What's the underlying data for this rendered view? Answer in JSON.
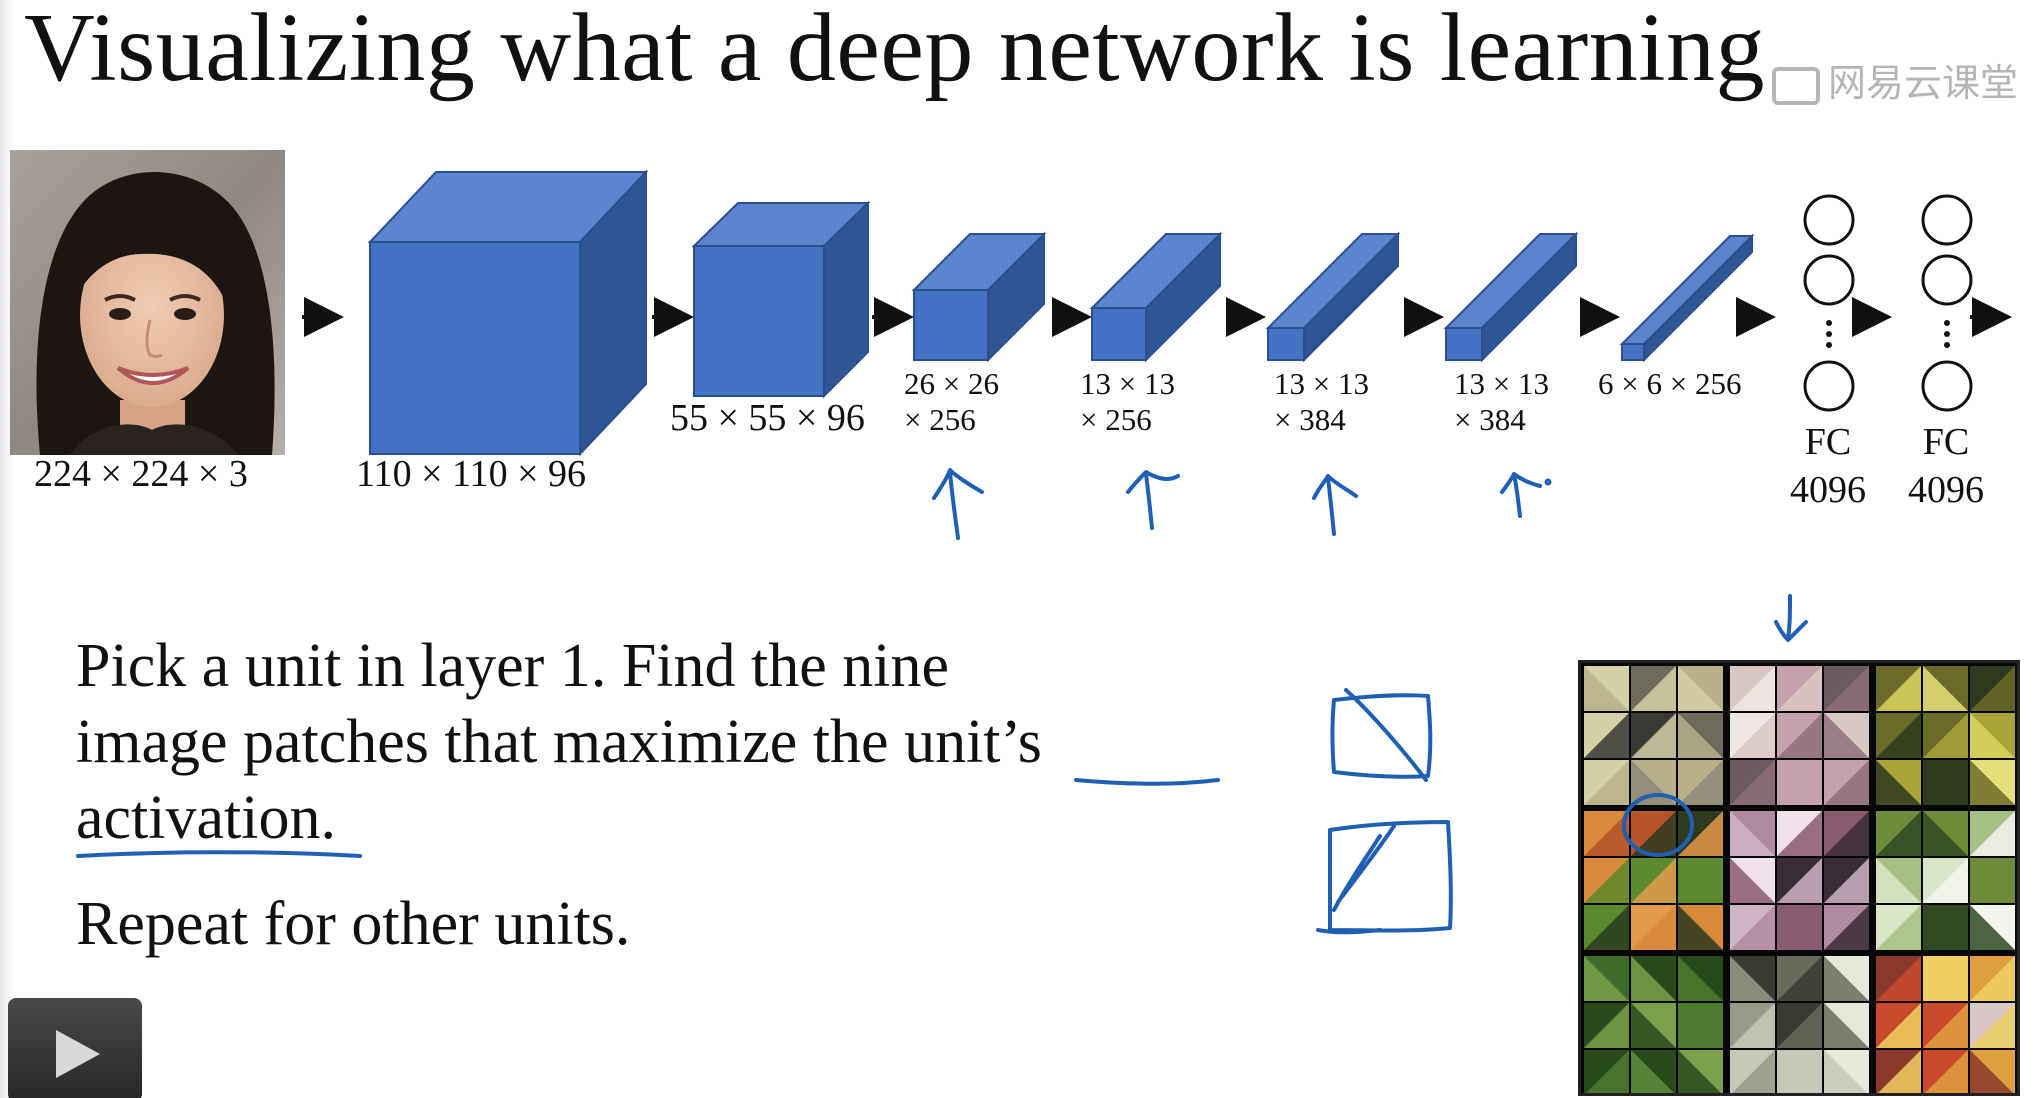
{
  "slide": {
    "title": "Visualizing what a deep network is learning",
    "watermark": "网易云课堂"
  },
  "network": {
    "input_dims": "224 × 224 × 3",
    "layers": [
      {
        "dims_line1": "110 × 110 × 96",
        "dims_line2": ""
      },
      {
        "dims_line1": "55 × 55 × 96",
        "dims_line2": ""
      },
      {
        "dims_line1": "26 × 26",
        "dims_line2": "× 256"
      },
      {
        "dims_line1": "13 × 13",
        "dims_line2": "× 256"
      },
      {
        "dims_line1": "13 × 13",
        "dims_line2": "× 384"
      },
      {
        "dims_line1": "13 × 13",
        "dims_line2": "× 384"
      },
      {
        "dims_line1": "6 × 6 × 256",
        "dims_line2": ""
      }
    ],
    "fc_layers": [
      {
        "label": "FC",
        "units": "4096"
      },
      {
        "label": "FC",
        "units": "4096"
      }
    ],
    "colors": {
      "cube_front": "#4472c4",
      "cube_top": "#5b86cf",
      "cube_side": "#2f5597",
      "cube_edge": "#2a4f8f"
    }
  },
  "body_text": {
    "paragraph_line1": "Pick a unit in layer 1. Find the nine",
    "paragraph_line2": "image patches that maximize the unit’s",
    "paragraph_line3": "activation.",
    "repeat": "Repeat for other units."
  },
  "annotations": {
    "ink_color": "#1f5fb4"
  },
  "player": {
    "play_icon": "play-icon"
  }
}
